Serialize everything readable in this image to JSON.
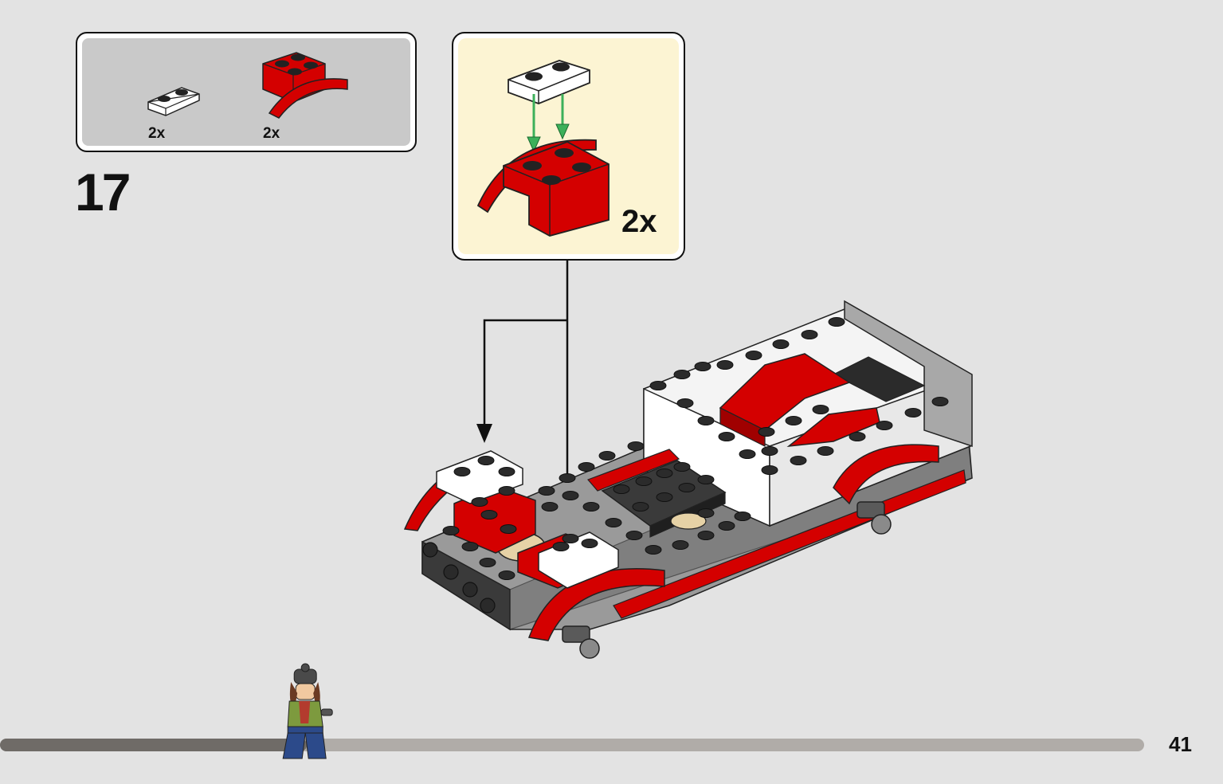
{
  "step": {
    "number": "17"
  },
  "parts_list": [
    {
      "quantity": "2x",
      "part": "white-plate-1x2",
      "color": "#ffffff"
    },
    {
      "quantity": "2x",
      "part": "red-mudguard-brick-2x2",
      "color": "#d40000"
    }
  ],
  "subassembly": {
    "quantity": "2x",
    "background": "#fcf4d3",
    "arrow_color": "#3cb05a"
  },
  "page": {
    "number": "41",
    "progress": 0.26
  },
  "colors": {
    "page_background": "#e3e3e3",
    "parts_box_background": "#c9c9c9",
    "brick_red": "#d40000",
    "dark_gray": "#3a3a3a",
    "light_gray": "#a0a0a0",
    "tan": "#e6d2a6"
  }
}
